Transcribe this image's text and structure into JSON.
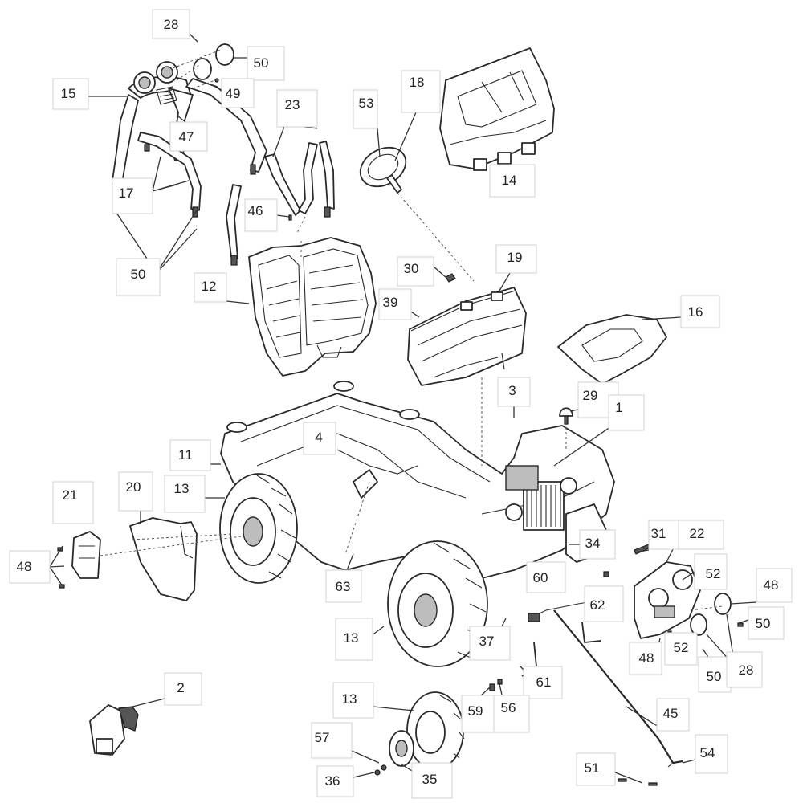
{
  "diagram": {
    "type": "exploded-parts-diagram",
    "callouts": {
      "c28a": "28",
      "c50a": "50",
      "c49": "49",
      "c15": "15",
      "c47": "47",
      "c17": "17",
      "c50b": "50",
      "c23": "23",
      "c46": "46",
      "c12": "12",
      "c53": "53",
      "c18": "18",
      "c14": "14",
      "c30": "30",
      "c19": "19",
      "c39": "39",
      "c16": "16",
      "c3": "3",
      "c29": "29",
      "c1": "1",
      "c4": "4",
      "c11": "11",
      "c20": "20",
      "c13a": "13",
      "c21": "21",
      "c48a": "48",
      "c63": "63",
      "c13b": "13",
      "c31": "31",
      "c22": "22",
      "c34": "34",
      "c60": "60",
      "c62": "62",
      "c52a": "52",
      "c48b": "48",
      "c50c": "50",
      "c37": "37",
      "c48c": "48",
      "c52b": "52",
      "c50d": "50",
      "c28b": "28",
      "c61": "61",
      "c2": "2",
      "c13c": "13",
      "c59": "59",
      "c56": "56",
      "c45": "45",
      "c57": "57",
      "c36": "36",
      "c35": "35",
      "c51": "51",
      "c54": "54"
    }
  }
}
